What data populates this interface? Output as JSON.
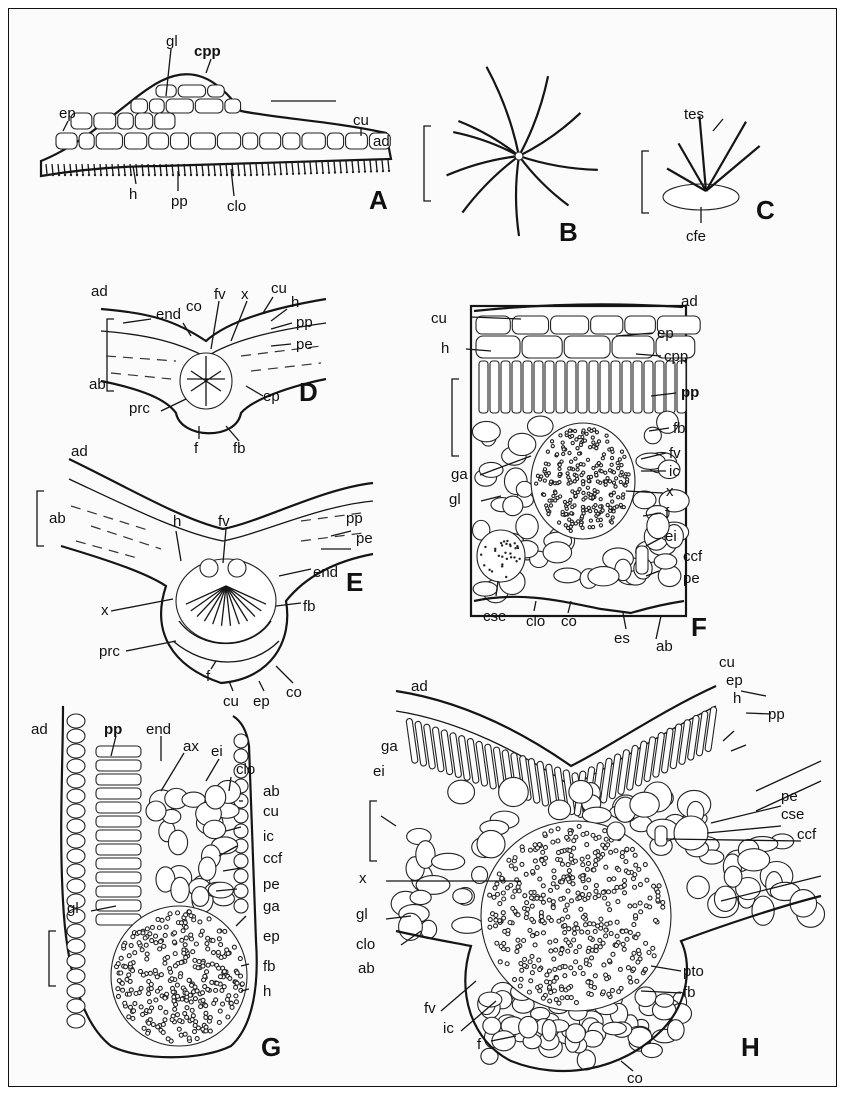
{
  "panels": {
    "A": {
      "letter": "A",
      "labels": {
        "gl": "gl",
        "cpp": "cpp",
        "ep": "ep",
        "cu": "cu",
        "ad": "ad",
        "h": "h",
        "pp": "pp",
        "clo": "clo"
      }
    },
    "B": {
      "letter": "B"
    },
    "C": {
      "letter": "C",
      "labels": {
        "tes": "tes",
        "cfe": "cfe"
      }
    },
    "D": {
      "letter": "D",
      "labels": {
        "ad": "ad",
        "end": "end",
        "co": "co",
        "fv": "fv",
        "x": "x",
        "cu": "cu",
        "h": "h",
        "pp": "pp",
        "pe": "pe",
        "ab": "ab",
        "prc": "prc",
        "ep": "ep",
        "f": "f",
        "fb": "fb"
      }
    },
    "E": {
      "letter": "E",
      "labels": {
        "ad": "ad",
        "ab": "ab",
        "h": "h",
        "fv": "fv",
        "pp": "pp",
        "pe": "pe",
        "end": "end",
        "x": "x",
        "fb": "fb",
        "prc": "prc",
        "f": "f",
        "cu": "cu",
        "ep": "ep",
        "co": "co"
      }
    },
    "F": {
      "letter": "F",
      "labels": {
        "cu": "cu",
        "ad": "ad",
        "ep": "ep",
        "h": "h",
        "cpp": "cpp",
        "pp": "pp",
        "fb": "fb",
        "fv": "fv",
        "ga": "ga",
        "ic": "ic",
        "gl": "gl",
        "x": "x",
        "f": "f",
        "ei": "ei",
        "ccf": "ccf",
        "pe": "pe",
        "cse": "cse",
        "clo": "clo",
        "co": "co",
        "es": "es",
        "ab": "ab"
      }
    },
    "G": {
      "letter": "G",
      "labels": {
        "ad": "ad",
        "pp": "pp",
        "end": "end",
        "ax": "ax",
        "ei": "ei",
        "clo": "clo",
        "ab": "ab",
        "cu": "cu",
        "ic": "ic",
        "ccf": "ccf",
        "pe": "pe",
        "ga": "ga",
        "gl": "gl",
        "ep": "ep",
        "fb": "fb",
        "h": "h"
      }
    },
    "H": {
      "letter": "H",
      "labels": {
        "ad": "ad",
        "cu": "cu",
        "ep": "ep",
        "h": "h",
        "pp": "pp",
        "ga": "ga",
        "ei": "ei",
        "pe": "pe",
        "cse": "cse",
        "ccf": "ccf",
        "x": "x",
        "gl": "gl",
        "clo": "clo",
        "ab": "ab",
        "fv": "fv",
        "ic": "ic",
        "pto": "pto",
        "fb": "fb",
        "f": "f",
        "co": "co"
      }
    }
  }
}
